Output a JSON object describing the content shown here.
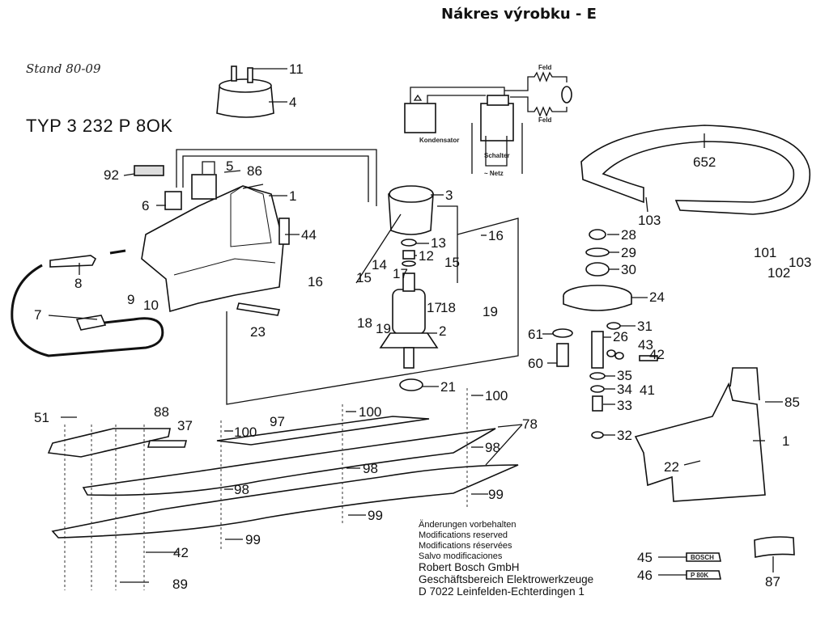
{
  "header": {
    "title": "Nákres výrobku - E"
  },
  "drawing": {
    "stand": "Stand 80-09",
    "type_label": "TYP  3 232  P 8OK"
  },
  "wiring": {
    "capacitor": "Kondensator",
    "switch": "Schalter",
    "mains": "~ Netz",
    "field_top": "Feld",
    "field_bottom": "Feld"
  },
  "parts": {
    "p1": "1",
    "p1b": "1",
    "p2": "2",
    "p3": "3",
    "p4": "4",
    "p5": "5",
    "p6": "6",
    "p7": "7",
    "p8": "8",
    "p9": "9",
    "p10": "10",
    "p11": "11",
    "p12": "12",
    "p13": "13",
    "p14": "14",
    "p15a": "15",
    "p15b": "15",
    "p16a": "16",
    "p16b": "16",
    "p17a": "17",
    "p17b": "17",
    "p18a": "18",
    "p18b": "18",
    "p19a": "19",
    "p19b": "19",
    "p21": "21",
    "p22": "22",
    "p23": "23",
    "p24": "24",
    "p26": "26",
    "p28": "28",
    "p29": "29",
    "p30": "30",
    "p31": "31",
    "p32": "32",
    "p33": "33",
    "p34": "34",
    "p35": "35",
    "p37": "37",
    "p41": "41",
    "p42a": "42",
    "p42b": "42",
    "p43": "43",
    "p44": "44",
    "p45": "45",
    "p46": "46",
    "p51": "51",
    "p60": "60",
    "p61": "61",
    "p78": "78",
    "p85": "85",
    "p86": "86",
    "p87": "87",
    "p88": "88",
    "p89": "89",
    "p92": "92",
    "p97": "97",
    "p98a": "98",
    "p98b": "98",
    "p98c": "98",
    "p99a": "99",
    "p99b": "99",
    "p99c": "99",
    "p100a": "100",
    "p100b": "100",
    "p100c": "100",
    "p101": "101",
    "p102": "102",
    "p103a": "103",
    "p103b": "103",
    "p652": "652"
  },
  "badges": {
    "bosch": "BOSCH",
    "p80k": "P 80K"
  },
  "notes": [
    "Änderungen vorbehalten",
    "Modifications reserved",
    "Modifications réservées",
    "Salvo modificaciones"
  ],
  "company": [
    "Robert Bosch GmbH",
    "Geschäftsbereich Elektrowerkzeuge",
    "D 7022 Leinfelden-Echterdingen 1"
  ]
}
